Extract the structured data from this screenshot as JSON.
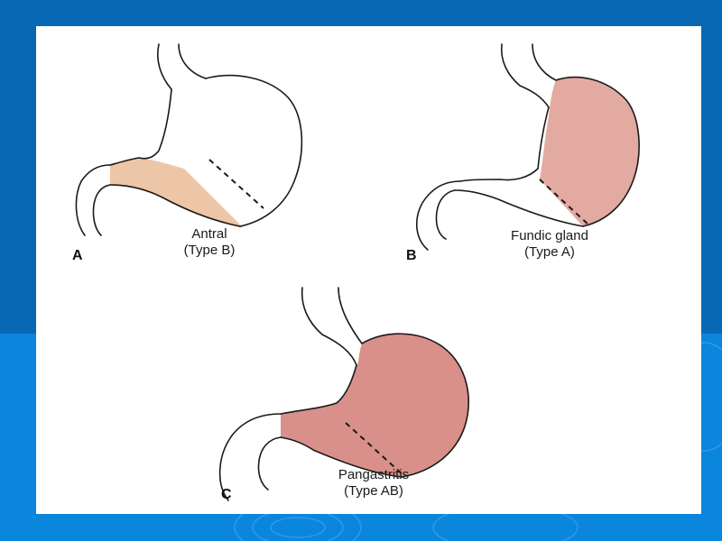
{
  "colors": {
    "slide_top": "#0868b4",
    "slide_bottom": "#0a86dc",
    "panel_bg": "#ffffff",
    "antral_fill": "#edc6a8",
    "fundic_fill": "#e2aaa0",
    "pangastritis_fill": "#d9908a",
    "outline": "#1a1a1a"
  },
  "diagrams": [
    {
      "letter": "A",
      "caption_line1": "Antral",
      "caption_line2": "(Type B)"
    },
    {
      "letter": "B",
      "caption_line1": "Fundic gland",
      "caption_line2": "(Type A)"
    },
    {
      "letter": "C",
      "caption_line1": "Pangastritis",
      "caption_line2": "(Type AB)"
    }
  ]
}
